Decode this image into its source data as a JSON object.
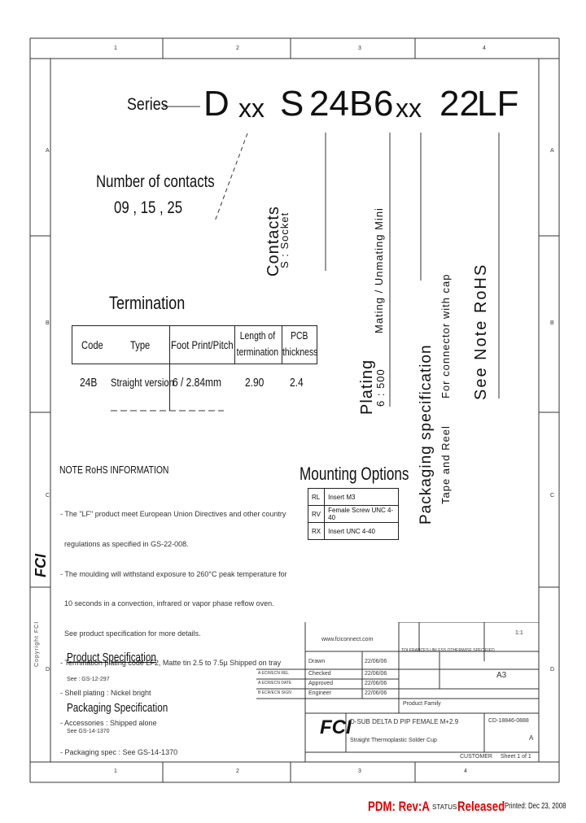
{
  "frame": {
    "col_labels": [
      "1",
      "2",
      "3",
      "4"
    ],
    "row_labels": [
      "A",
      "B",
      "C",
      "D"
    ]
  },
  "part_number": {
    "series_label": "Series",
    "parts": [
      "D",
      "xx",
      "S",
      "24B",
      "6",
      "xx",
      "22",
      "LF"
    ]
  },
  "contacts_block": {
    "title": "Number of contacts",
    "values": "09 , 15 , 25"
  },
  "vertical_labels": {
    "contacts_title": "Contacts",
    "contacts_sub": "S : Socket",
    "mating": "Mating / Unmating Mini",
    "plating_title": "Plating",
    "plating_sub": "6 : 500",
    "packaging_title": "Packaging specification",
    "packaging_sub": "Tape and Reel",
    "packaging_sub2": "For connector with cap",
    "rohs": "See Note RoHS",
    "copyright": "Copyright FCI"
  },
  "termination": {
    "title": "Termination",
    "headers": [
      "Code",
      "Type",
      "Foot Print/Pitch",
      "Length of termination",
      "PCB thickness"
    ],
    "rows": [
      [
        "24B",
        "Straight version",
        "6 / 2.84mm",
        "2.90",
        "2.4"
      ]
    ]
  },
  "note": {
    "title": "NOTE RoHS INFORMATION",
    "lines": [
      "- The \"LF\" product meet European Union Directives and other country",
      "  regulations as specified in GS-22-008.",
      "- The moulding will withstand exposure to 260°C peak temperature for",
      "  10 seconds in a convection, infrared or vapor phase reflow oven.",
      "  See product specification for more details.",
      "- Termination plating code LF2, Matte tin 2.5 to 7.5µ Shipped on tray",
      "- Shell plating : Nickel bright",
      "- Accessories : Shipped alone",
      "- Packaging spec : See GS-14-1370"
    ]
  },
  "mounting": {
    "title": "Mounting Options",
    "rows": [
      [
        "RL",
        "Insert M3"
      ],
      [
        "RV",
        "Female Screw UNC 4-40"
      ],
      [
        "RX",
        "Insert UNC 4-40"
      ]
    ]
  },
  "product_spec": {
    "title": "Product Specification",
    "ref": "See : GS-12-297"
  },
  "packaging_spec": {
    "title": "Packaging Specification",
    "ref": "See GS-14-1370"
  },
  "title_block": {
    "url": "www.fciconnect.com",
    "tolerance": "TOLERANCES UNLESS OTHERWISE SPECIFIED",
    "product_family": "Product Family",
    "description_line1": "D-SUB DELTA D PIP FEMALE M+2.9",
    "description_line2": "Straight Thermoplastic Solder Cup",
    "drawing_number": "CD-18846-0888",
    "sheet": "A",
    "customer": "CUSTOMER",
    "scale": "1:1",
    "format": "A3",
    "sheet_count": "Sheet 1 of 1",
    "revision_rows": [
      "A  ECR/ECN  REL",
      "A  ECR/ECN  DATE",
      "B  ECR/ECN  SIGN"
    ],
    "roles": [
      "Drawn",
      "Checked",
      "Approved",
      "Engineer"
    ],
    "dates": [
      "22/06/06",
      "22/06/06",
      "22/06/06",
      "22/06/06"
    ]
  },
  "footer": {
    "pdm": "PDM: Rev:A",
    "status_label": "STATUS",
    "status": "Released",
    "printed": "Printed: Dec 23, 2008"
  }
}
